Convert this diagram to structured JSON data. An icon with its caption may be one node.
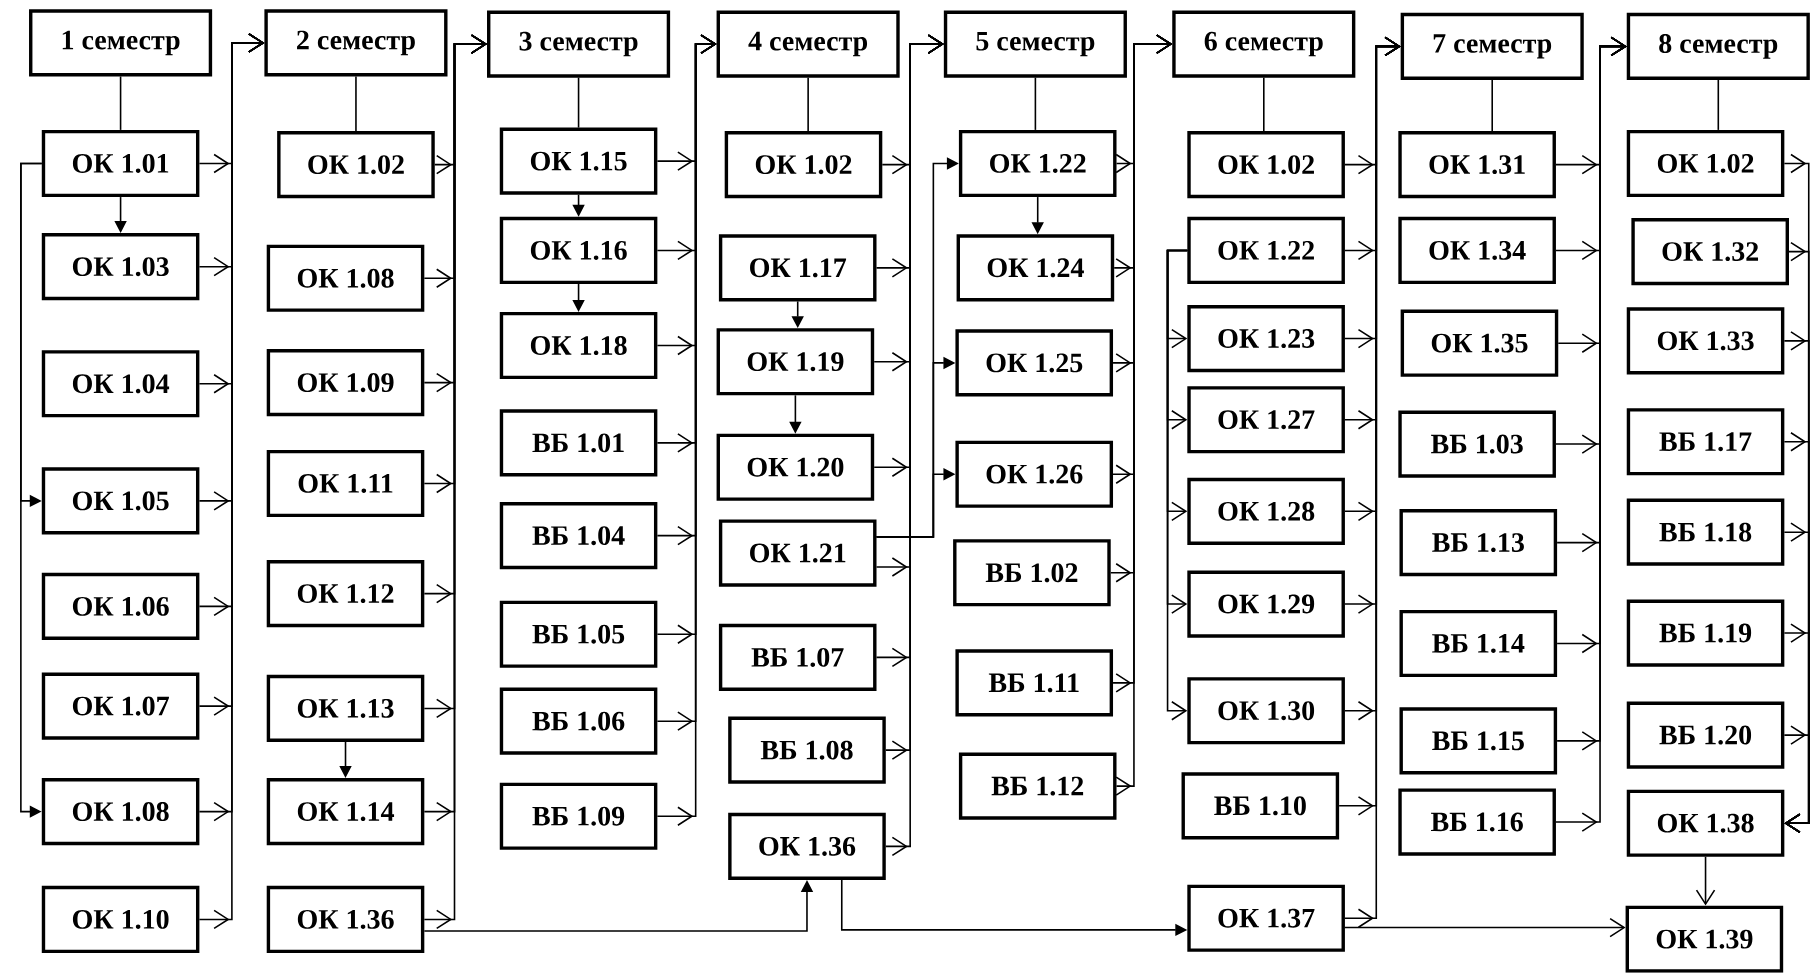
{
  "diagram": {
    "nodes": [
      {
        "text": [
          "1 семестр"
        ]
      },
      {
        "text": [
          "ОК 1.01"
        ]
      },
      {
        "text": [
          "ОК 1.03"
        ]
      },
      {
        "text": [
          "ОК 1.04"
        ]
      },
      {
        "text": [
          "ОК 1.05"
        ]
      },
      {
        "text": [
          "ОК 1.06"
        ]
      },
      {
        "text": [
          "ОК 1.07"
        ]
      },
      {
        "text": [
          "ОК 1.08"
        ]
      },
      {
        "text": [
          "ОК 1.10"
        ]
      },
      {
        "text": [
          "2 семестр"
        ]
      },
      {
        "text": [
          "ОК 1.02"
        ]
      },
      {
        "text": [
          "ОК 1.08"
        ]
      },
      {
        "text": [
          "ОК 1.09"
        ]
      },
      {
        "text": [
          "ОК 1.11"
        ]
      },
      {
        "text": [
          "ОК 1.12"
        ]
      },
      {
        "text": [
          "ОК 1.13"
        ]
      },
      {
        "text": [
          "ОК 1.14"
        ]
      },
      {
        "text": [
          "ОК 1.36"
        ]
      },
      {
        "text": [
          "3 семестр"
        ]
      },
      {
        "text": [
          "ОК 1.15"
        ]
      },
      {
        "text": [
          "ОК 1.16"
        ]
      },
      {
        "text": [
          "ОК 1.18"
        ]
      },
      {
        "text": [
          "ВБ 1.01"
        ]
      },
      {
        "text": [
          "ВБ 1.04"
        ]
      },
      {
        "text": [
          "ВБ 1.05"
        ]
      },
      {
        "text": [
          "ВБ 1.06"
        ]
      },
      {
        "text": [
          "ВБ 1.09"
        ]
      },
      {
        "text": [
          "4 семестр"
        ]
      },
      {
        "text": [
          "ОК 1.02"
        ]
      },
      {
        "text": [
          "ОК 1.17"
        ]
      },
      {
        "text": [
          "ОК 1.19"
        ]
      },
      {
        "text": [
          "ОК 1.20"
        ]
      },
      {
        "text": [
          "ОК 1.21"
        ]
      },
      {
        "text": [
          "ВБ 1.07"
        ]
      },
      {
        "text": [
          "ВБ 1.08"
        ]
      },
      {
        "text": [
          "ОК 1.36"
        ]
      },
      {
        "text": [
          "5 семестр"
        ]
      },
      {
        "text": [
          "ОК 1.22"
        ]
      },
      {
        "text": [
          "ОК 1.24"
        ]
      },
      {
        "text": [
          "ОК 1.25"
        ]
      },
      {
        "text": [
          "ОК 1.26"
        ]
      },
      {
        "text": [
          "ВБ 1.02"
        ]
      },
      {
        "text": [
          "ВБ 1.11"
        ]
      },
      {
        "text": [
          "ВБ 1.12"
        ]
      },
      {
        "text": [
          "6 семестр"
        ]
      },
      {
        "text": [
          "ОК 1.02"
        ]
      },
      {
        "text": [
          "ОК 1.22"
        ]
      },
      {
        "text": [
          "ОК 1.23"
        ]
      },
      {
        "text": [
          "ОК 1.27"
        ]
      },
      {
        "text": [
          "ОК 1.28"
        ]
      },
      {
        "text": [
          "ОК 1.29"
        ]
      },
      {
        "text": [
          "ОК 1.30"
        ]
      },
      {
        "text": [
          "ВБ 1.10"
        ]
      },
      {
        "text": [
          "ОК 1.37"
        ]
      },
      {
        "text": [
          "7 семестр"
        ]
      },
      {
        "text": [
          "ОК 1.31"
        ]
      },
      {
        "text": [
          "ОК 1.34"
        ]
      },
      {
        "text": [
          "ОК 1.35"
        ]
      },
      {
        "text": [
          "ВБ 1.03"
        ]
      },
      {
        "text": [
          "ВБ 1.13"
        ]
      },
      {
        "text": [
          "ВБ 1.14"
        ]
      },
      {
        "text": [
          "ВБ 1.15"
        ]
      },
      {
        "text": [
          "ВБ 1.16"
        ]
      },
      {
        "text": [
          "8 семестр"
        ]
      },
      {
        "text": [
          "ОК 1.02"
        ]
      },
      {
        "text": [
          "ОК 1.32"
        ]
      },
      {
        "text": [
          "ОК 1.33"
        ]
      },
      {
        "text": [
          "ВБ 1.17"
        ]
      },
      {
        "text": [
          "ВБ 1.18"
        ]
      },
      {
        "text": [
          "ВБ 1.19"
        ]
      },
      {
        "text": [
          "ВБ 1.20"
        ]
      },
      {
        "text": [
          "ОК 1.38"
        ]
      },
      {
        "text": [
          "ОК 1.39"
        ]
      }
    ],
    "edges": [
      {
        "from": 0,
        "to": 1,
        "arrow": "none"
      },
      {
        "from": 1,
        "to": 2,
        "arrow": "to"
      },
      {
        "from": 1,
        "to": 4,
        "arrow": "to"
      },
      {
        "from": 1,
        "to": 7,
        "arrow": "to"
      },
      {
        "from": 1,
        "to": 9,
        "arrow": "to"
      },
      {
        "from": 2,
        "to": 9,
        "arrow": "to"
      },
      {
        "from": 3,
        "to": 9,
        "arrow": "to"
      },
      {
        "from": 4,
        "to": 9,
        "arrow": "to"
      },
      {
        "from": 5,
        "to": 9,
        "arrow": "to"
      },
      {
        "from": 6,
        "to": 9,
        "arrow": "to"
      },
      {
        "from": 7,
        "to": 9,
        "arrow": "to"
      },
      {
        "from": 8,
        "to": 9,
        "arrow": "to"
      },
      {
        "from": 9,
        "to": 10,
        "arrow": "none"
      },
      {
        "from": 15,
        "to": 16,
        "arrow": "to"
      },
      {
        "from": 17,
        "to": 35,
        "arrow": "to"
      },
      {
        "from": 10,
        "to": 18,
        "arrow": "to"
      },
      {
        "from": 11,
        "to": 18,
        "arrow": "to"
      },
      {
        "from": 12,
        "to": 18,
        "arrow": "to"
      },
      {
        "from": 13,
        "to": 18,
        "arrow": "to"
      },
      {
        "from": 14,
        "to": 18,
        "arrow": "to"
      },
      {
        "from": 15,
        "to": 18,
        "arrow": "to"
      },
      {
        "from": 16,
        "to": 18,
        "arrow": "to"
      },
      {
        "from": 17,
        "to": 18,
        "arrow": "to"
      },
      {
        "from": 18,
        "to": 19,
        "arrow": "none"
      },
      {
        "from": 19,
        "to": 20,
        "arrow": "to"
      },
      {
        "from": 20,
        "to": 21,
        "arrow": "to"
      },
      {
        "from": 19,
        "to": 27,
        "arrow": "to"
      },
      {
        "from": 20,
        "to": 27,
        "arrow": "to"
      },
      {
        "from": 21,
        "to": 27,
        "arrow": "to"
      },
      {
        "from": 22,
        "to": 27,
        "arrow": "to"
      },
      {
        "from": 23,
        "to": 27,
        "arrow": "to"
      },
      {
        "from": 24,
        "to": 27,
        "arrow": "to"
      },
      {
        "from": 25,
        "to": 27,
        "arrow": "to"
      },
      {
        "from": 26,
        "to": 27,
        "arrow": "to"
      },
      {
        "from": 27,
        "to": 28,
        "arrow": "none"
      },
      {
        "from": 29,
        "to": 30,
        "arrow": "to"
      },
      {
        "from": 30,
        "to": 31,
        "arrow": "to"
      },
      {
        "from": 32,
        "to": 37,
        "arrow": "to"
      },
      {
        "from": 32,
        "to": 39,
        "arrow": "to"
      },
      {
        "from": 32,
        "to": 40,
        "arrow": "to"
      },
      {
        "from": 35,
        "to": 53,
        "arrow": "to"
      },
      {
        "from": 28,
        "to": 36,
        "arrow": "to"
      },
      {
        "from": 29,
        "to": 36,
        "arrow": "to"
      },
      {
        "from": 30,
        "to": 36,
        "arrow": "to"
      },
      {
        "from": 31,
        "to": 36,
        "arrow": "to"
      },
      {
        "from": 32,
        "to": 36,
        "arrow": "to"
      },
      {
        "from": 33,
        "to": 36,
        "arrow": "to"
      },
      {
        "from": 34,
        "to": 36,
        "arrow": "to"
      },
      {
        "from": 35,
        "to": 36,
        "arrow": "to"
      },
      {
        "from": 36,
        "to": 37,
        "arrow": "none"
      },
      {
        "from": 37,
        "to": 38,
        "arrow": "to"
      },
      {
        "from": 37,
        "to": 44,
        "arrow": "to"
      },
      {
        "from": 38,
        "to": 44,
        "arrow": "to"
      },
      {
        "from": 39,
        "to": 44,
        "arrow": "to"
      },
      {
        "from": 40,
        "to": 44,
        "arrow": "to"
      },
      {
        "from": 41,
        "to": 44,
        "arrow": "to"
      },
      {
        "from": 42,
        "to": 44,
        "arrow": "to"
      },
      {
        "from": 43,
        "to": 44,
        "arrow": "to"
      },
      {
        "from": 44,
        "to": 45,
        "arrow": "none"
      },
      {
        "from": 46,
        "to": 47,
        "arrow": "to"
      },
      {
        "from": 46,
        "to": 48,
        "arrow": "to"
      },
      {
        "from": 46,
        "to": 49,
        "arrow": "to"
      },
      {
        "from": 46,
        "to": 50,
        "arrow": "to"
      },
      {
        "from": 46,
        "to": 51,
        "arrow": "to"
      },
      {
        "from": 53,
        "to": 72,
        "arrow": "to"
      },
      {
        "from": 45,
        "to": 54,
        "arrow": "to"
      },
      {
        "from": 46,
        "to": 54,
        "arrow": "to"
      },
      {
        "from": 47,
        "to": 54,
        "arrow": "to"
      },
      {
        "from": 48,
        "to": 54,
        "arrow": "to"
      },
      {
        "from": 49,
        "to": 54,
        "arrow": "to"
      },
      {
        "from": 50,
        "to": 54,
        "arrow": "to"
      },
      {
        "from": 51,
        "to": 54,
        "arrow": "to"
      },
      {
        "from": 52,
        "to": 54,
        "arrow": "to"
      },
      {
        "from": 53,
        "to": 54,
        "arrow": "to"
      },
      {
        "from": 54,
        "to": 55,
        "arrow": "none"
      },
      {
        "from": 55,
        "to": 63,
        "arrow": "to"
      },
      {
        "from": 56,
        "to": 63,
        "arrow": "to"
      },
      {
        "from": 57,
        "to": 63,
        "arrow": "to"
      },
      {
        "from": 58,
        "to": 63,
        "arrow": "to"
      },
      {
        "from": 59,
        "to": 63,
        "arrow": "to"
      },
      {
        "from": 60,
        "to": 63,
        "arrow": "to"
      },
      {
        "from": 61,
        "to": 63,
        "arrow": "to"
      },
      {
        "from": 62,
        "to": 63,
        "arrow": "to"
      },
      {
        "from": 63,
        "to": 64,
        "arrow": "none"
      },
      {
        "from": 64,
        "to": 71,
        "arrow": "to"
      },
      {
        "from": 65,
        "to": 71,
        "arrow": "to"
      },
      {
        "from": 66,
        "to": 71,
        "arrow": "to"
      },
      {
        "from": 67,
        "to": 71,
        "arrow": "to"
      },
      {
        "from": 68,
        "to": 71,
        "arrow": "to"
      },
      {
        "from": 69,
        "to": 71,
        "arrow": "to"
      },
      {
        "from": 70,
        "to": 71,
        "arrow": "to"
      },
      {
        "from": 71,
        "to": 72,
        "arrow": "to"
      }
    ]
  }
}
